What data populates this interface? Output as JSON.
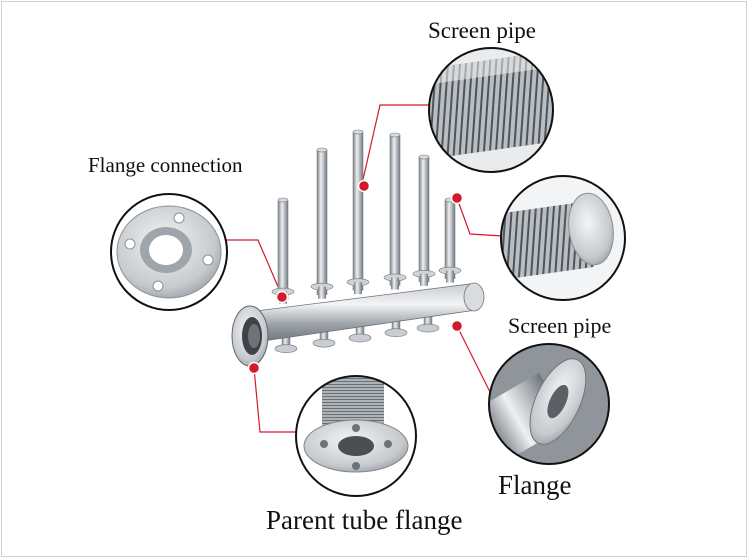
{
  "labels": {
    "screen_pipe_top": "Screen pipe",
    "flange_connection": "Flange connection",
    "screen_pipe_right": "Screen pipe",
    "flange": "Flange",
    "parent_tube_flange": "Parent tube flange"
  },
  "colors": {
    "callout_line": "#d11a2a",
    "frame": "#cfcfcf",
    "steel_light": "#e6e8ea",
    "steel_dark": "#6f757b"
  }
}
